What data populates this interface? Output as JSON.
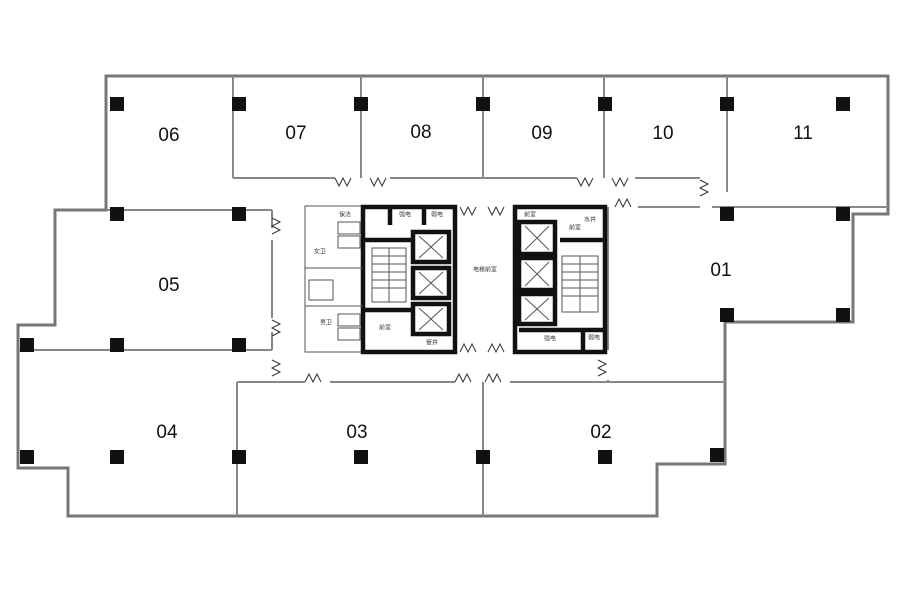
{
  "floor_plan": {
    "units": [
      {
        "id": "06",
        "label": "06"
      },
      {
        "id": "07",
        "label": "07"
      },
      {
        "id": "08",
        "label": "08"
      },
      {
        "id": "09",
        "label": "09"
      },
      {
        "id": "10",
        "label": "10"
      },
      {
        "id": "11",
        "label": "11"
      },
      {
        "id": "05",
        "label": "05"
      },
      {
        "id": "01",
        "label": "01"
      },
      {
        "id": "04",
        "label": "04"
      },
      {
        "id": "03",
        "label": "03"
      },
      {
        "id": "02",
        "label": "02"
      }
    ],
    "core": {
      "lobby_label": "电梯前室",
      "room_labels": [
        "强电",
        "弱电",
        "前室",
        "管井",
        "女卫",
        "男卫",
        "保洁",
        "前室",
        "强电",
        "弱电",
        "前室",
        "水井"
      ]
    }
  }
}
